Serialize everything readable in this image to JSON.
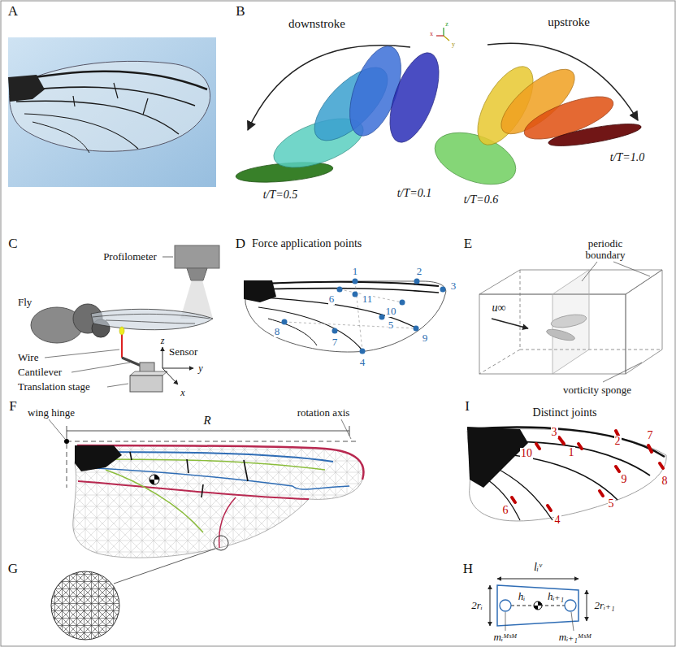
{
  "diagram": {
    "labels": [
      "A",
      "B",
      "downstroke",
      "upstroke",
      "z",
      "x",
      "y",
      "t/T=0.5",
      "t/T=0.1",
      "t/T=0.6",
      "t/T=1.0",
      "C",
      "Profilometer",
      "Fly",
      "Wire",
      "Cantilever",
      "Translation stage",
      "Sensor",
      "z",
      "y",
      "x",
      "D",
      "Force application points",
      "1",
      "2",
      "3",
      "4",
      "5",
      "6",
      "7",
      "8",
      "9",
      "10",
      "11",
      "E",
      "periodic boundary",
      "u∞",
      "vorticity sponge",
      "F",
      "wing hinge",
      "R",
      "rotation axis",
      "G",
      "I",
      "Distinct joints",
      "1",
      "2",
      "3",
      "4",
      "5",
      "6",
      "7",
      "8",
      "9",
      "10",
      "H",
      "lᵢᵛ",
      "2rᵢ",
      "2rᵢ₊₁",
      "hᵢ",
      "hᵢ₊₁",
      "mᵢᴹˢᴹ",
      "mᵢ₊₁ᴹˢᴹ"
    ]
  }
}
